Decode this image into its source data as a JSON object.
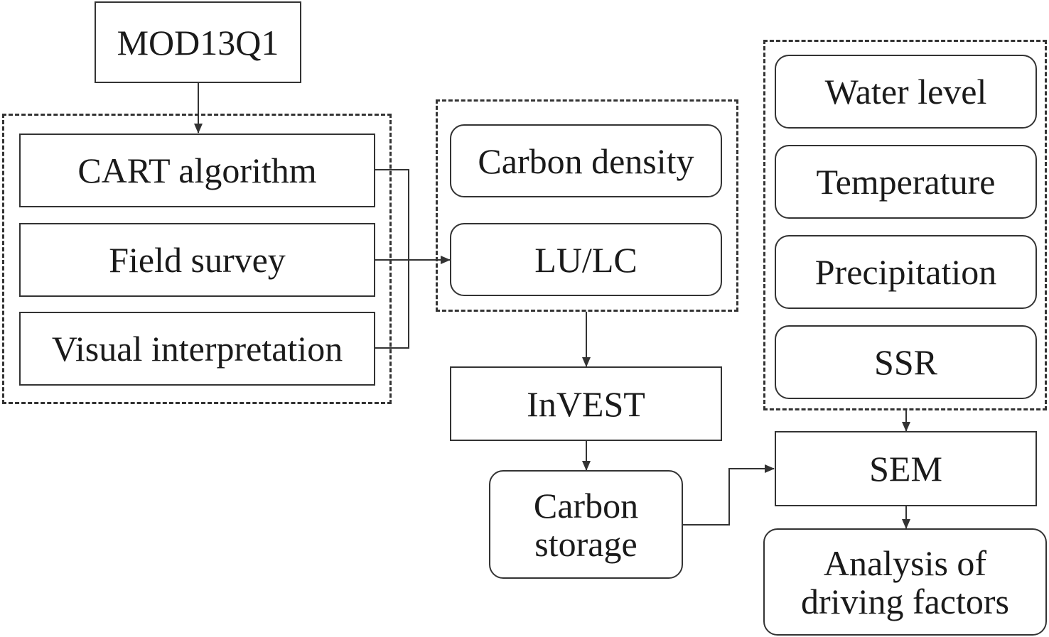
{
  "nodes": {
    "mod13q1": "MOD13Q1",
    "cart": "CART algorithm",
    "field_survey": "Field survey",
    "visual_interpretation": "Visual interpretation",
    "carbon_density": "Carbon density",
    "lulc": "LU/LC",
    "invest": "InVEST",
    "carbon_storage_line1": "Carbon",
    "carbon_storage_line2": "storage",
    "water_level": "Water level",
    "temperature": "Temperature",
    "precipitation": "Precipitation",
    "ssr": "SSR",
    "sem": "SEM",
    "analysis_line1": "Analysis of",
    "analysis_line2": "driving factors"
  },
  "colors": {
    "stroke": "#333333",
    "text": "#1a1a1a",
    "background": "#ffffff"
  }
}
